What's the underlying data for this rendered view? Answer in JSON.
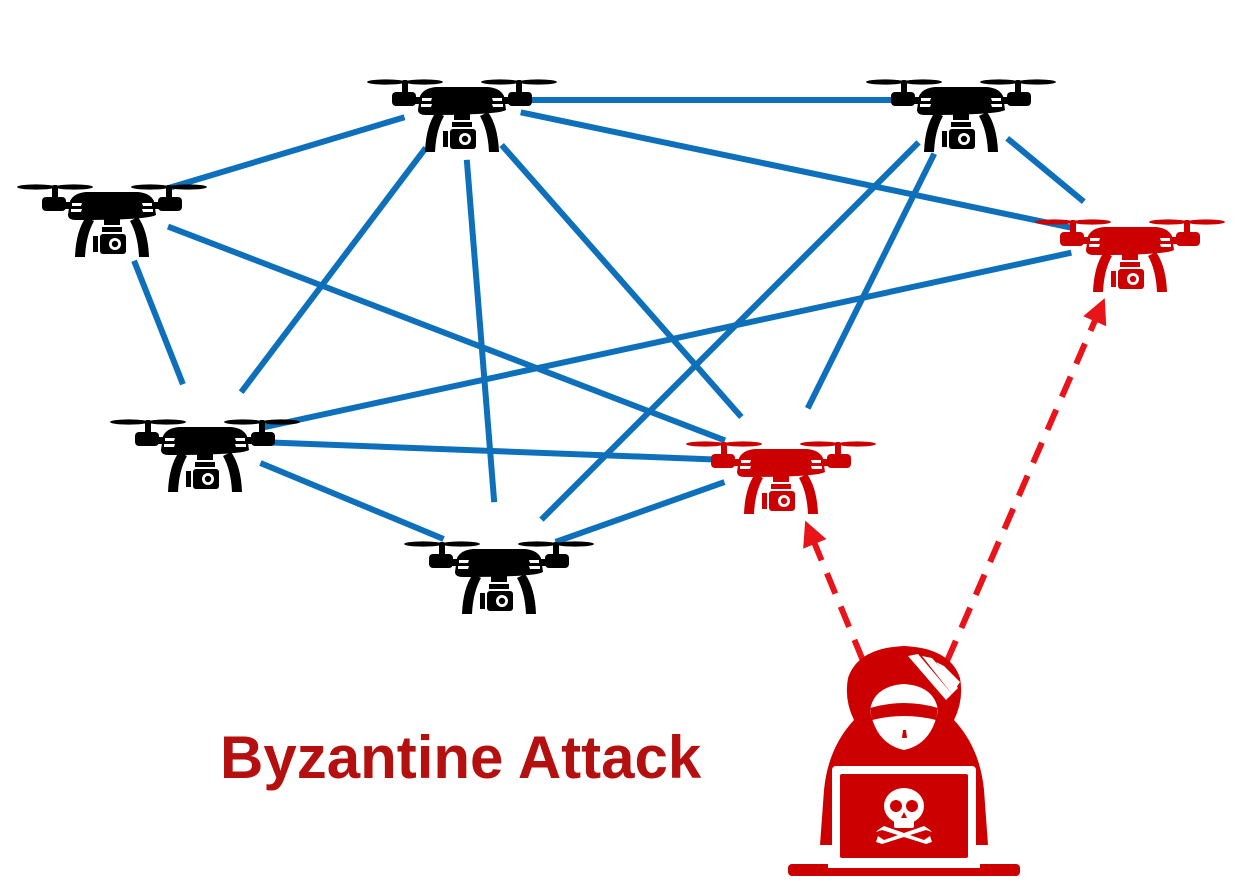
{
  "caption": {
    "text": "Byzantine Attack"
  },
  "colors": {
    "link": "#0e70bb",
    "honest_drone": "#000000",
    "compromised_drone": "#cc0000",
    "attack": "#e8141a",
    "caption": "#b51010",
    "background": "#ffffff"
  },
  "icons": {
    "drone": "drone-icon",
    "attacker": "hooded-hacker-icon",
    "skull": "skull-icon"
  },
  "nodes": [
    {
      "id": "drone-top-center",
      "status": "honest"
    },
    {
      "id": "drone-top-right",
      "status": "honest"
    },
    {
      "id": "drone-left",
      "status": "honest"
    },
    {
      "id": "drone-right",
      "status": "compromised"
    },
    {
      "id": "drone-middle-left",
      "status": "honest"
    },
    {
      "id": "drone-center-right",
      "status": "compromised"
    },
    {
      "id": "drone-bottom",
      "status": "honest"
    }
  ],
  "links": [
    [
      "drone-top-center",
      "drone-top-right"
    ],
    [
      "drone-top-center",
      "drone-left"
    ],
    [
      "drone-top-center",
      "drone-middle-left"
    ],
    [
      "drone-top-center",
      "drone-bottom"
    ],
    [
      "drone-top-center",
      "drone-center-right"
    ],
    [
      "drone-top-center",
      "drone-right"
    ],
    [
      "drone-top-right",
      "drone-right"
    ],
    [
      "drone-top-right",
      "drone-bottom"
    ],
    [
      "drone-top-right",
      "drone-center-right"
    ],
    [
      "drone-left",
      "drone-middle-left"
    ],
    [
      "drone-left",
      "drone-center-right"
    ],
    [
      "drone-middle-left",
      "drone-right"
    ],
    [
      "drone-middle-left",
      "drone-center-right"
    ],
    [
      "drone-middle-left",
      "drone-bottom"
    ],
    [
      "drone-bottom",
      "drone-center-right"
    ]
  ],
  "attacks": [
    {
      "source": "attacker",
      "target": "drone-center-right"
    },
    {
      "source": "attacker",
      "target": "drone-right"
    }
  ]
}
